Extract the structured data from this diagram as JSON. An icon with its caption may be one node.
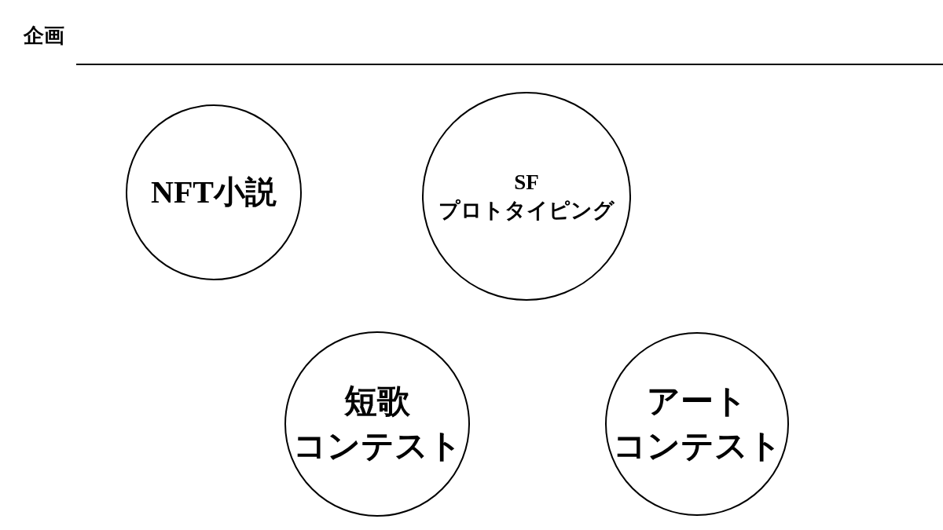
{
  "diagram": {
    "title": "企画",
    "nodes": [
      {
        "text": [
          "NFT小説"
        ]
      },
      {
        "text": [
          "SFプロトタイピング"
        ]
      },
      {
        "text": [
          "短歌コンテスト"
        ]
      },
      {
        "text": [
          "アートコンテスト"
        ]
      }
    ]
  }
}
